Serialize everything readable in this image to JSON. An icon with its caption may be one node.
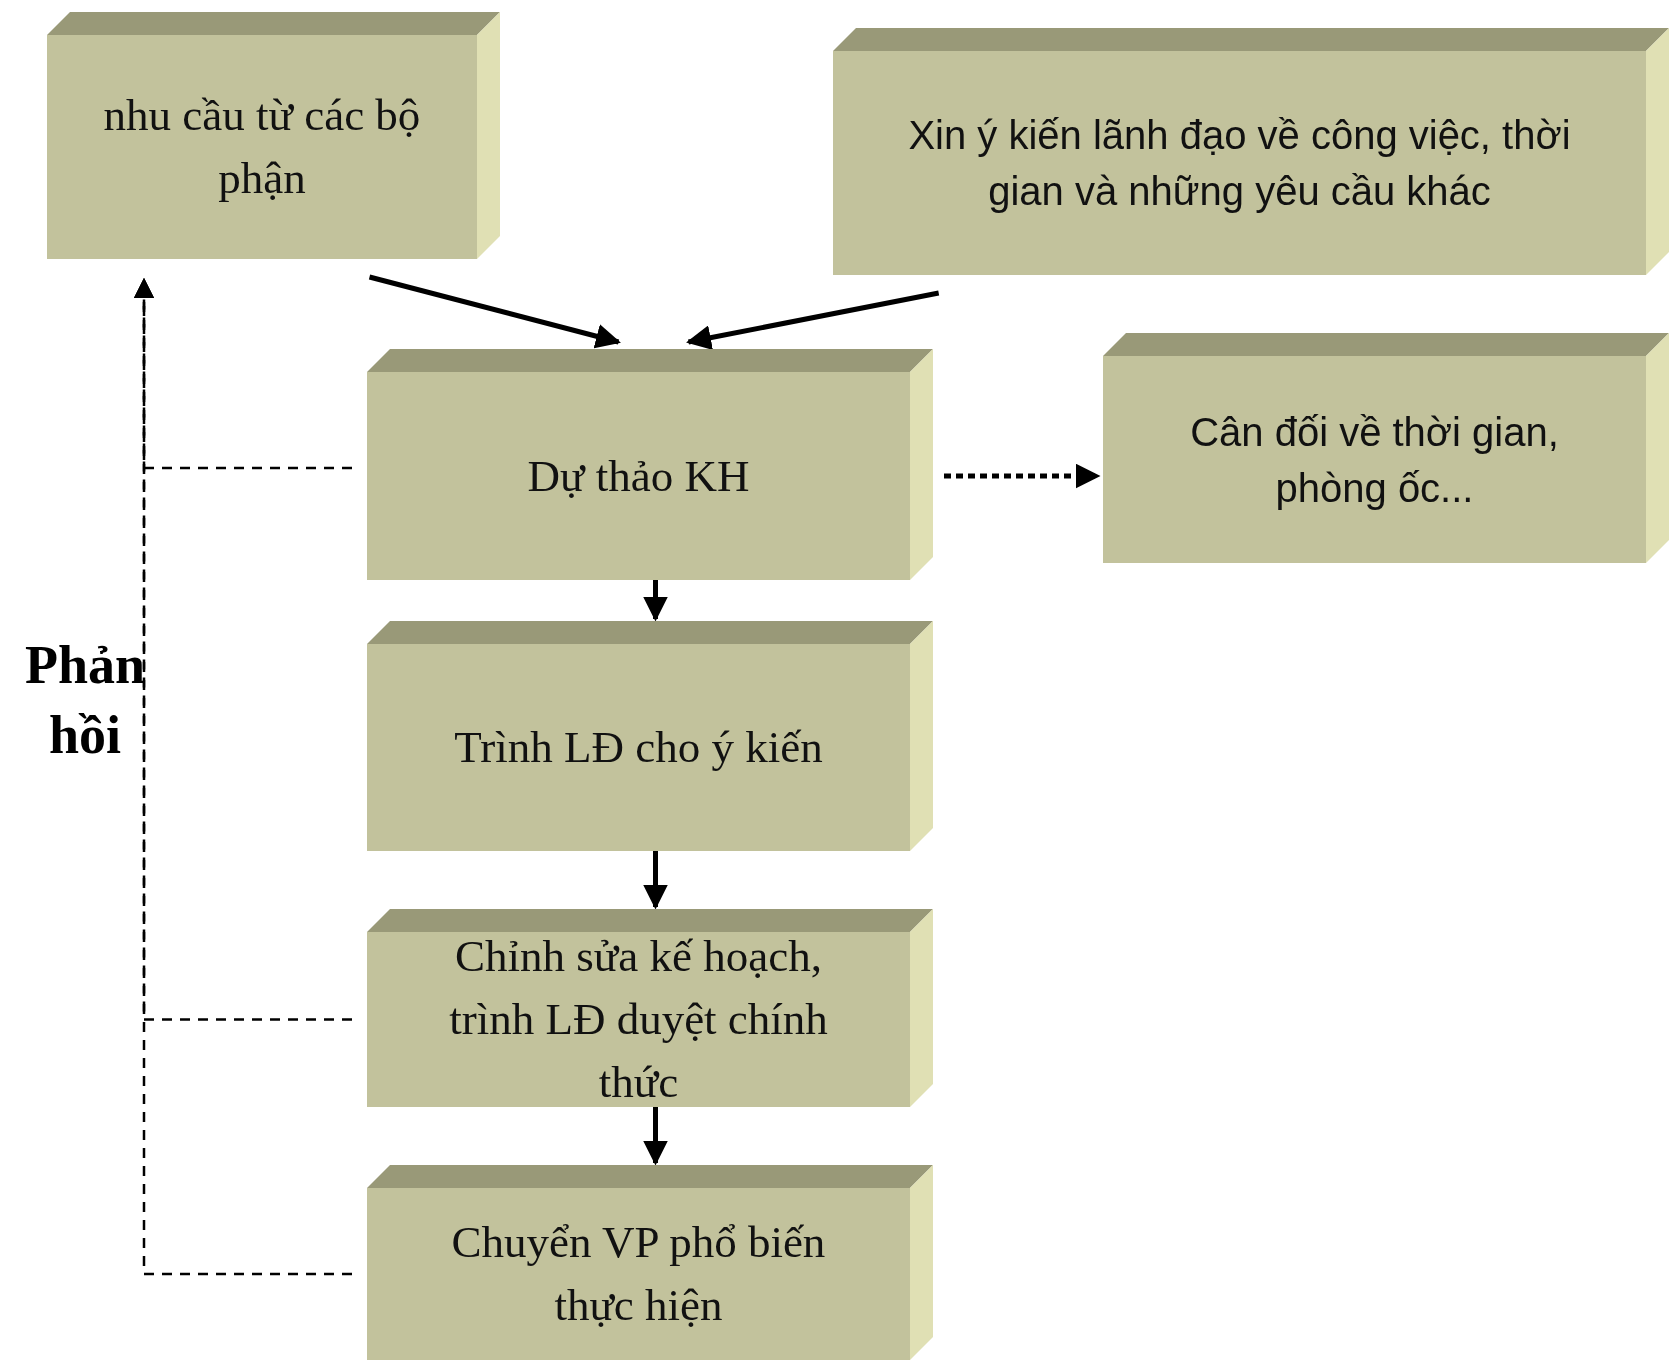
{
  "diagram": {
    "nodes": [
      {
        "text": [
          "nhu cầu từ các bộ phận"
        ]
      },
      {
        "text": [
          "Xin ý kiến lãnh đạo về công việc, thời gian và những yêu cầu khác"
        ]
      },
      {
        "text": [
          "Dự thảo KH"
        ]
      },
      {
        "text": [
          "Cân đối về thời gian, phòng ốc..."
        ]
      },
      {
        "text": [
          "Trình LĐ cho ý kiến"
        ]
      },
      {
        "text": [
          "Chỉnh sửa kế hoạch, trình LĐ duyệt chính thức"
        ]
      },
      {
        "text": [
          "Chuyển VP phổ biến thực hiện"
        ]
      }
    ],
    "edges": [
      {
        "from": 0,
        "to": 2,
        "arrow": "to"
      },
      {
        "from": 1,
        "to": 2,
        "arrow": "to"
      },
      {
        "from": 2,
        "to": 3,
        "arrow": "to",
        "style": "dashed"
      },
      {
        "from": 2,
        "to": 4,
        "arrow": "to"
      },
      {
        "from": 4,
        "to": 5,
        "arrow": "to"
      },
      {
        "from": 5,
        "to": 6,
        "arrow": "to"
      },
      {
        "from": 2,
        "to": 0,
        "arrow": "to",
        "style": "dashed"
      },
      {
        "from": 5,
        "to": 0,
        "arrow": "to",
        "style": "dashed"
      },
      {
        "from": 6,
        "to": 0,
        "arrow": "to",
        "style": "dashed"
      }
    ],
    "labels": [
      "Phản hồi"
    ]
  }
}
